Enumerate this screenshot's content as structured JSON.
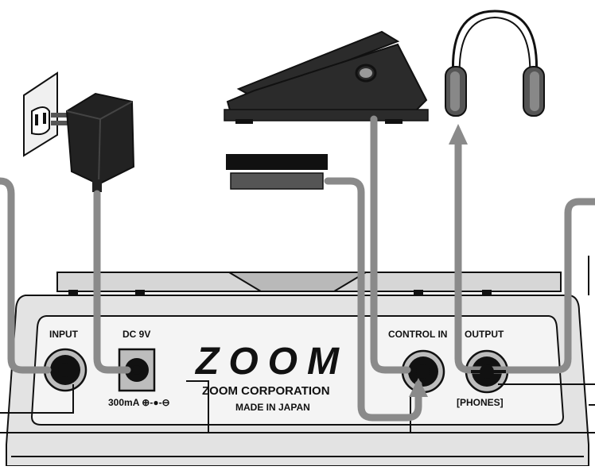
{
  "panel": {
    "input_label": "INPUT",
    "dc_label": "DC 9V",
    "power_spec": "300mA",
    "polarity_symbols": "⊕-●-⊖",
    "control_in_label": "CONTROL IN",
    "output_label": "OUTPUT",
    "phones_label": "[PHONES]",
    "brand_logo_text": "ZOOM",
    "corporation": "ZOOM CORPORATION",
    "made_in": "MADE IN JAPAN"
  },
  "devices": {
    "outlet_icon": "wall-outlet-icon",
    "adapter_icon": "ac-adapter-icon",
    "pedal_icon": "expression-pedal-icon",
    "footswitch_icon": "footswitch-icon",
    "headphones_icon": "headphones-icon"
  },
  "colors": {
    "cable": "#8a8a8a",
    "device_dark": "#2b2b2b",
    "panel_face": "#f2f2f2",
    "outline": "#111111"
  }
}
